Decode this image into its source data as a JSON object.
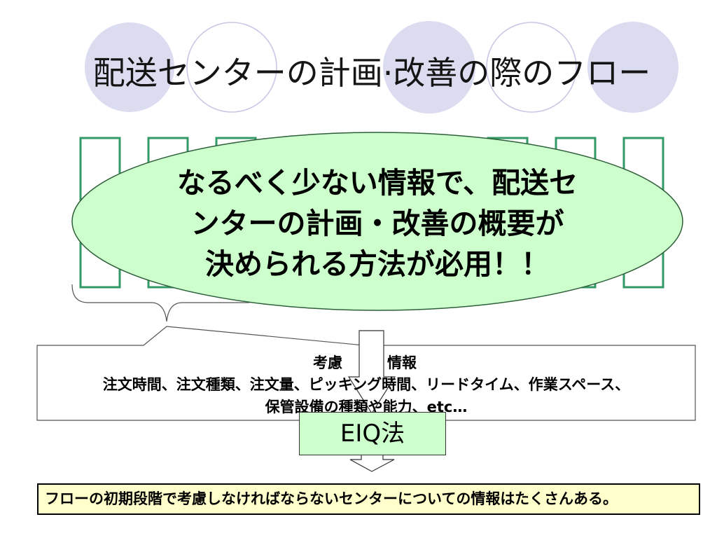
{
  "slide_title": "配送センターの計画·改善の際のフロー",
  "bubble": {
    "line1": "なるべく少ない情報で、配送セ",
    "line2": "ンターの計画・改善の概要が",
    "line3": "決められる方法が必用！！"
  },
  "callout": {
    "heading_left": "考慮",
    "heading_right": "情報",
    "line2": "注文時間、注文種類、注文量、ピッキング時間、リードタイム、作業スペース、",
    "line3": "保管設備の種類や能力、etc…"
  },
  "method_box": {
    "label": "EIQ法"
  },
  "note": {
    "text": "フローの初期段階で考慮しなければならないセンターについての情報はたくさんある。"
  },
  "colors": {
    "circle_fill": "#dcdcf0",
    "circle_outline": "#c8c8e6",
    "flow_box_border": "#339966",
    "bubble_fill": "#ccffcc",
    "bubble_outline": "#2e5e3a",
    "method_box_fill": "#ccffcc",
    "note_fill": "#ffffcc"
  }
}
